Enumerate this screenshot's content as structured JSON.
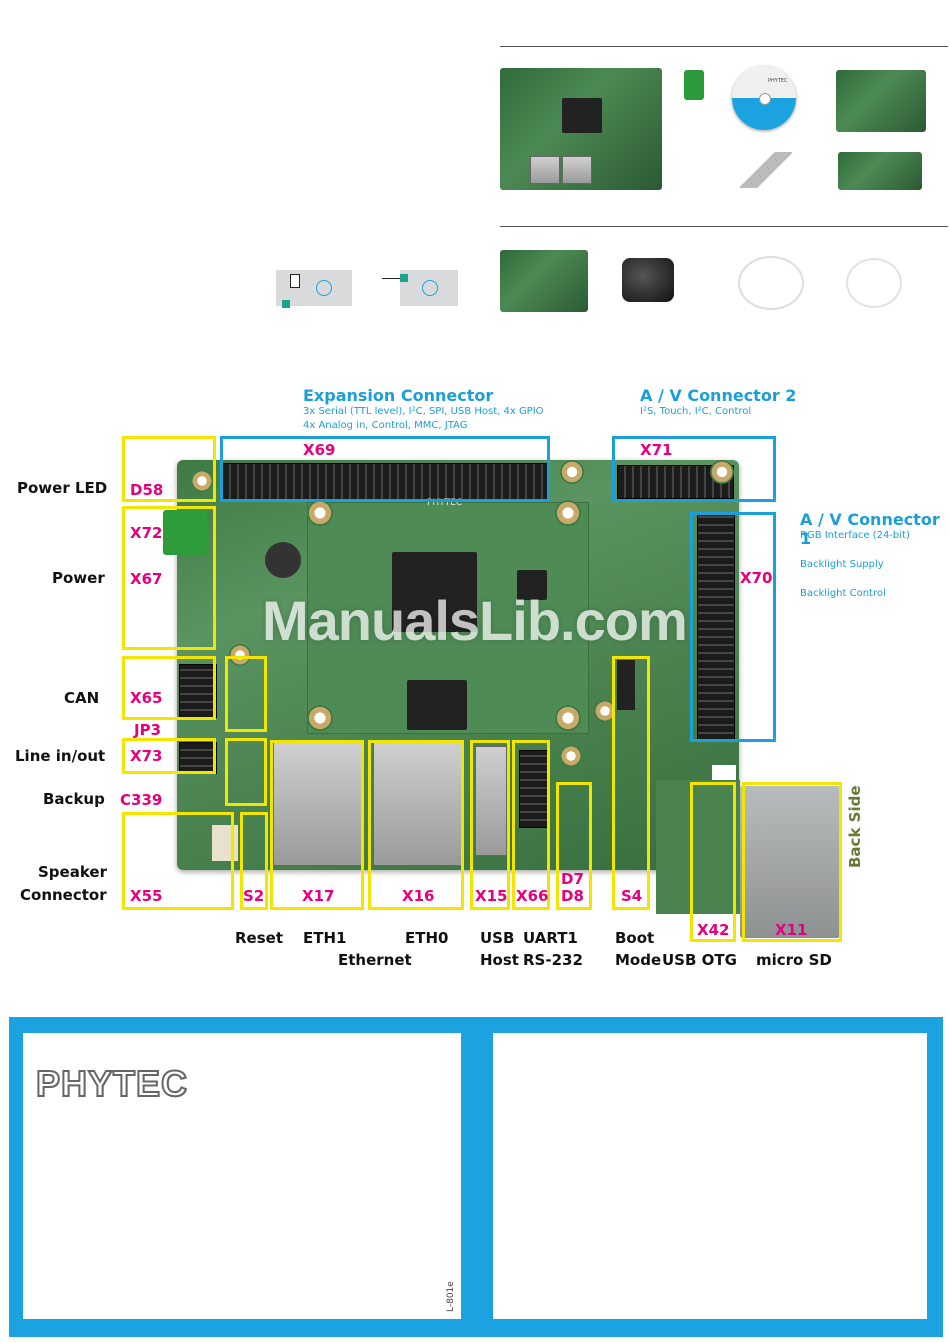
{
  "watermark": "ManualsLib.com",
  "expansion": {
    "title": "Expansion Connector",
    "line1": "3x Serial (TTL level), I²C, SPI, USB Host, 4x GPIO",
    "line2": "4x Analog in, Control, MMC, JTAG"
  },
  "av2": {
    "title": "A / V Connector 2",
    "sub": "I²S, Touch, I²C, Control"
  },
  "av1": {
    "title": "A / V Connector 1",
    "rgb": "RGB Interface (24-bit)",
    "backlight_supply": "Backlight Supply",
    "backlight_control": "Backlight Control"
  },
  "left_labels": {
    "power_led": "Power LED",
    "power": "Power",
    "can": "CAN",
    "line": "Line in/out",
    "backup": "Backup",
    "speaker1": "Speaker",
    "speaker2": "Connector"
  },
  "refs": {
    "d58": "D58",
    "x72": "X72",
    "x67": "X67",
    "x65": "X65",
    "jp3": "JP3",
    "x73": "X73",
    "c339": "C339",
    "x55": "X55",
    "s2": "S2",
    "x17": "X17",
    "x16": "X16",
    "x15": "X15",
    "x66": "X66",
    "d7": "D7",
    "d8": "D8",
    "s4": "S4",
    "x42": "X42",
    "x11": "X11",
    "x69": "X69",
    "x71": "X71",
    "x70": "X70"
  },
  "bottom_labels": {
    "reset": "Reset",
    "eth1": "ETH1",
    "eth0": "ETH0",
    "ethernet": "Ethernet",
    "usb1": "USB",
    "usb2": "Host",
    "uart1": "UART1",
    "uart2": "RS-232",
    "boot1": "Boot",
    "boot2": "Mode",
    "usbotg": "USB OTG",
    "microsd": "micro SD"
  },
  "back_side": "Back Side",
  "brand": "PHYTEC",
  "doc_code": "L-801e",
  "cd_label": "PHYTEC",
  "board_silk": "PHYTEC",
  "colors": {
    "accent_blue": "#1aa3e0",
    "ref_magenta": "#e6007e",
    "box_yellow": "#f2e600"
  }
}
